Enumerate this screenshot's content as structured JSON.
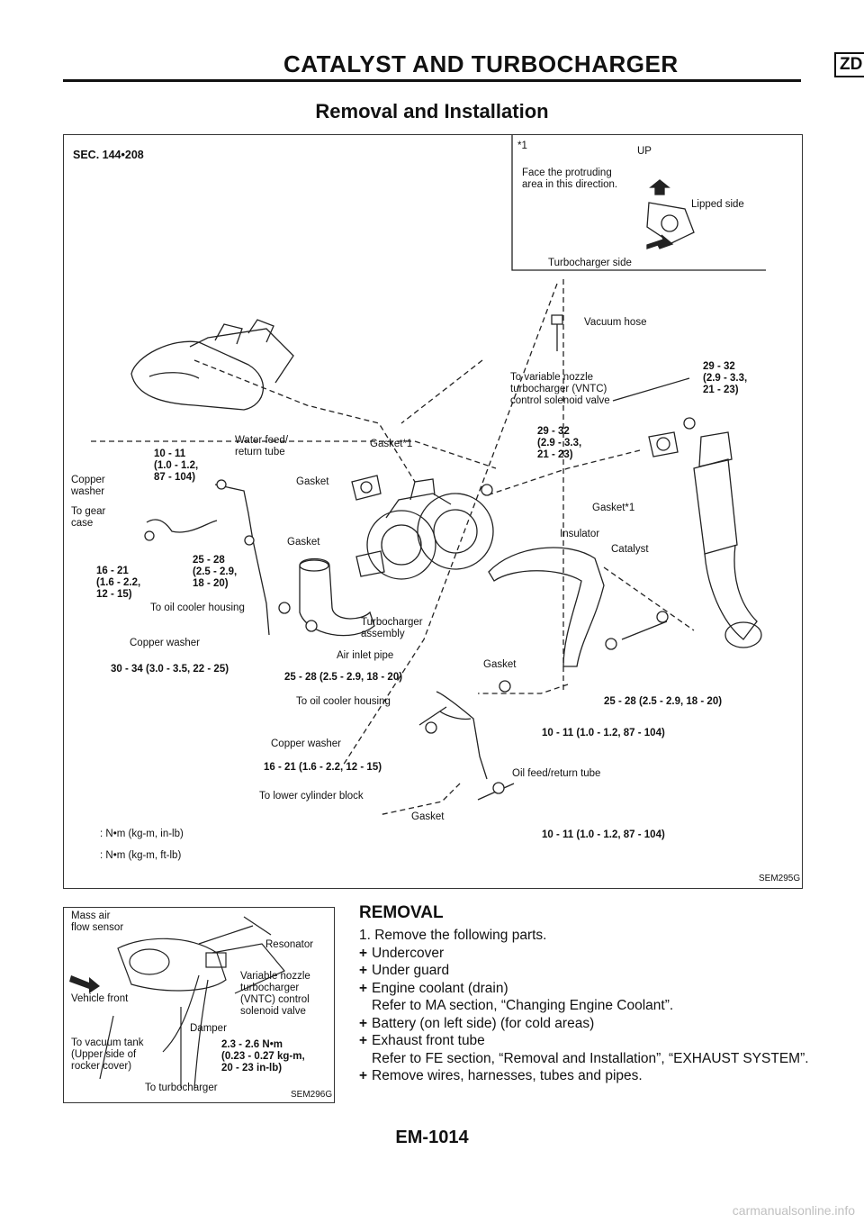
{
  "header": {
    "title": "CATALYST AND TURBOCHARGER",
    "badge": "ZD"
  },
  "page_title": "Removal and Installation",
  "figure1": {
    "sec": "SEC. 144•208",
    "inset": {
      "note_mark": "*1",
      "up": "UP",
      "face": "Face the protruding\narea in this direction.",
      "lipped": "Lipped side",
      "turbo_side": "Turbocharger side"
    },
    "labels": {
      "vacuum_hose": "Vacuum hose",
      "vntc": "To variable nozzle\nturbocharger (VNTC)\ncontrol solenoid valve",
      "torque_29_a": "29 - 32\n(2.9 - 3.3,\n21 - 23)",
      "torque_29_b": "29 - 32\n(2.9 - 3.3,\n21 - 23)",
      "torque_10_top": "10 - 11\n(1.0 - 1.2,\n87 - 104)",
      "water_tube": "Water feed/\nreturn tube",
      "gasket_star1": "Gasket*1",
      "copper_washer_left": "Copper\nwasher",
      "gasket_a": "Gasket",
      "to_gear_case": "To gear\ncase",
      "gasket_star1_b": "Gasket*1",
      "insulator": "Insulator",
      "gasket_b": "Gasket",
      "catalyst": "Catalyst",
      "torque_16_left": "16 - 21\n(1.6 - 2.2,\n12 - 15)",
      "torque_25_left": "25 - 28\n(2.5 - 2.9,\n18 - 20)",
      "to_oil_cooler_1": "To oil cooler housing",
      "turbo_assembly": "Turbocharger\nassembly",
      "copper_washer_mid": "Copper washer",
      "air_inlet": "Air inlet pipe",
      "torque_30": "30 - 34 (3.0 - 3.5, 22 - 25)",
      "torque_25_mid": "25 - 28 (2.5 - 2.9, 18 - 20)",
      "gasket_c": "Gasket",
      "to_oil_cooler_2": "To oil cooler housing",
      "torque_25_right": "25 - 28 (2.5 - 2.9, 18 - 20)",
      "copper_washer_low": "Copper washer",
      "torque_10_mid": "10 - 11 (1.0 - 1.2, 87 - 104)",
      "torque_16_low": "16 - 21 (1.6 - 2.2, 12 - 15)",
      "oil_tube": "Oil feed/return tube",
      "to_lower_block": "To lower cylinder block",
      "gasket_d": "Gasket",
      "torque_10_low": "10 - 11 (1.0 - 1.2, 87 - 104)",
      "legend_inlb": ": N•m (kg-m, in-lb)",
      "legend_ftlb": ": N•m (kg-m, ft-lb)"
    },
    "code": "SEM295G"
  },
  "figure2": {
    "labels": {
      "maf": "Mass air\nflow sensor",
      "resonator": "Resonator",
      "vehicle_front": "Vehicle front",
      "vntc2": "Variable nozzle\nturbocharger\n(VNTC) control\nsolenoid valve",
      "damper": "Damper",
      "vacuum_tank": "To vacuum tank\n(Upper side of\nrocker cover)",
      "torque": "2.3 - 2.6 N•m\n(0.23 - 0.27 kg-m,\n20 - 23 in-lb)",
      "to_turbo": "To turbocharger"
    },
    "code": "SEM296G"
  },
  "removal": {
    "heading": "REMOVAL",
    "step1": "1. Remove the following parts.",
    "items": [
      {
        "text": "Undercover",
        "note": ""
      },
      {
        "text": "Under guard",
        "note": ""
      },
      {
        "text": "Engine coolant (drain)",
        "note": "Refer to MA section, “Changing Engine Coolant”."
      },
      {
        "text": "Battery (on left side) (for cold areas)",
        "note": ""
      },
      {
        "text": "Exhaust front tube",
        "note": "Refer to FE section, “Removal and Installation”, “EXHAUST SYSTEM”."
      },
      {
        "text": "Remove wires, harnesses, tubes and pipes.",
        "note": ""
      }
    ]
  },
  "footer": "EM-1014",
  "watermark": "carmanualsonline.info"
}
